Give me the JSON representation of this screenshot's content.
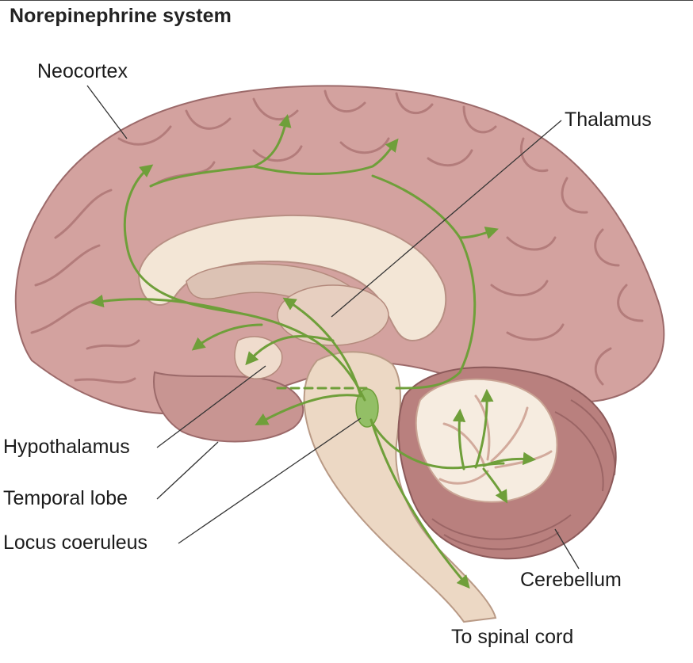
{
  "title": "Norepinephrine system",
  "labels": {
    "neocortex": "Neocortex",
    "thalamus": "Thalamus",
    "hypothalamus": "Hypothalamus",
    "temporal_lobe": "Temporal lobe",
    "locus_coeruleus": "Locus coeruleus",
    "cerebellum": "Cerebellum",
    "spinal_cord": "To spinal cord"
  },
  "colors": {
    "pathway": "#6f9f3a",
    "locus_coeruleus": "#93bf66",
    "cortex": "#d3a29f",
    "cortex_shadow": "#9c6a6a",
    "white_matter": "#f3e6d6",
    "brainstem": "#ecd8c4",
    "cerebellum_white": "#f6ece0",
    "leader_line": "#333333"
  }
}
